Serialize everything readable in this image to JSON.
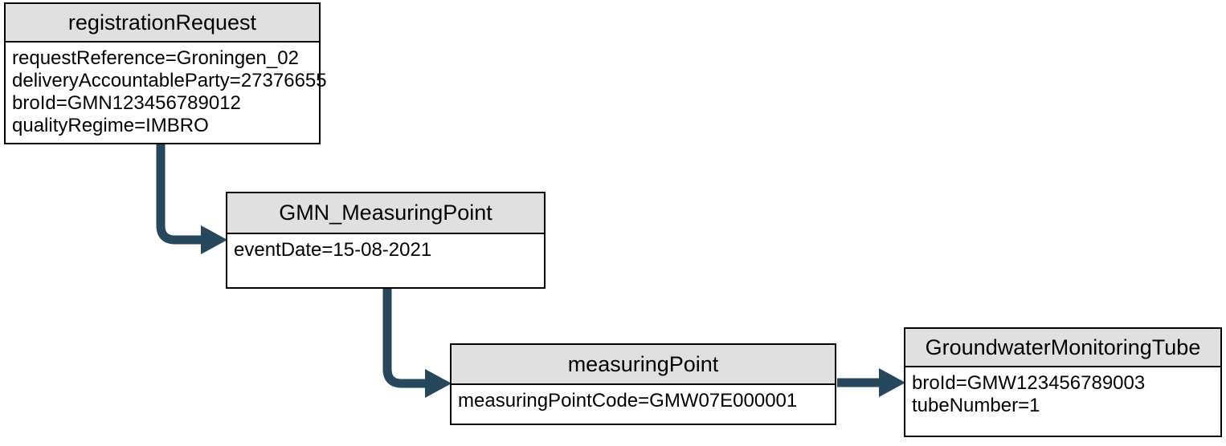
{
  "diagram": {
    "type": "object-diagram",
    "colors": {
      "connector": "#26475C",
      "node_header_bg": "#E0E0E0",
      "node_border": "#000000",
      "background": "#FFFFFF"
    },
    "nodes": [
      {
        "title": "registrationRequest",
        "attributes": [
          "requestReference=Groningen_02",
          "deliveryAccountableParty=27376655",
          "broId=GMN123456789012",
          "qualityRegime=IMBRO"
        ]
      },
      {
        "title": "GMN_MeasuringPoint",
        "attributes": [
          "eventDate=15-08-2021"
        ]
      },
      {
        "title": "measuringPoint",
        "attributes": [
          "measuringPointCode=GMW07E000001"
        ]
      },
      {
        "title": "GroundwaterMonitoringTube",
        "attributes": [
          "broId=GMW123456789003",
          "tubeNumber=1"
        ]
      }
    ],
    "edges": [
      {
        "from": "registrationRequest",
        "to": "GMN_MeasuringPoint"
      },
      {
        "from": "GMN_MeasuringPoint",
        "to": "measuringPoint"
      },
      {
        "from": "measuringPoint",
        "to": "GroundwaterMonitoringTube"
      }
    ]
  }
}
